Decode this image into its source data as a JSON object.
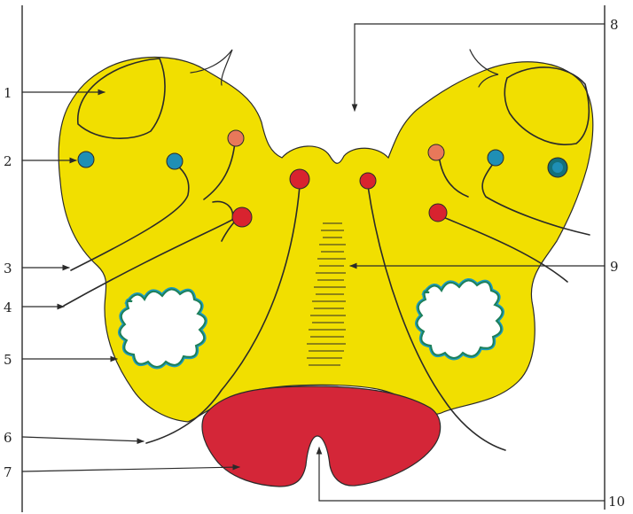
{
  "diagram": {
    "labels_left": [
      "1",
      "2",
      "3",
      "4",
      "5",
      "6",
      "7"
    ],
    "labels_right": [
      "8",
      "9",
      "10"
    ],
    "colors": {
      "tissue": "#f1df00",
      "pyramid": "#d42638",
      "nucleus_red": "#d8232f",
      "nucleus_orange": "#e8785a",
      "nucleus_blue": "#1f8fb5",
      "nucleus_dark_blue": "#14707a",
      "olive_outer": "#1c9bc1",
      "olive_inner": "#1d7f5a",
      "outline": "#2a2a2a"
    },
    "icons": [
      "arrow-icon"
    ]
  }
}
